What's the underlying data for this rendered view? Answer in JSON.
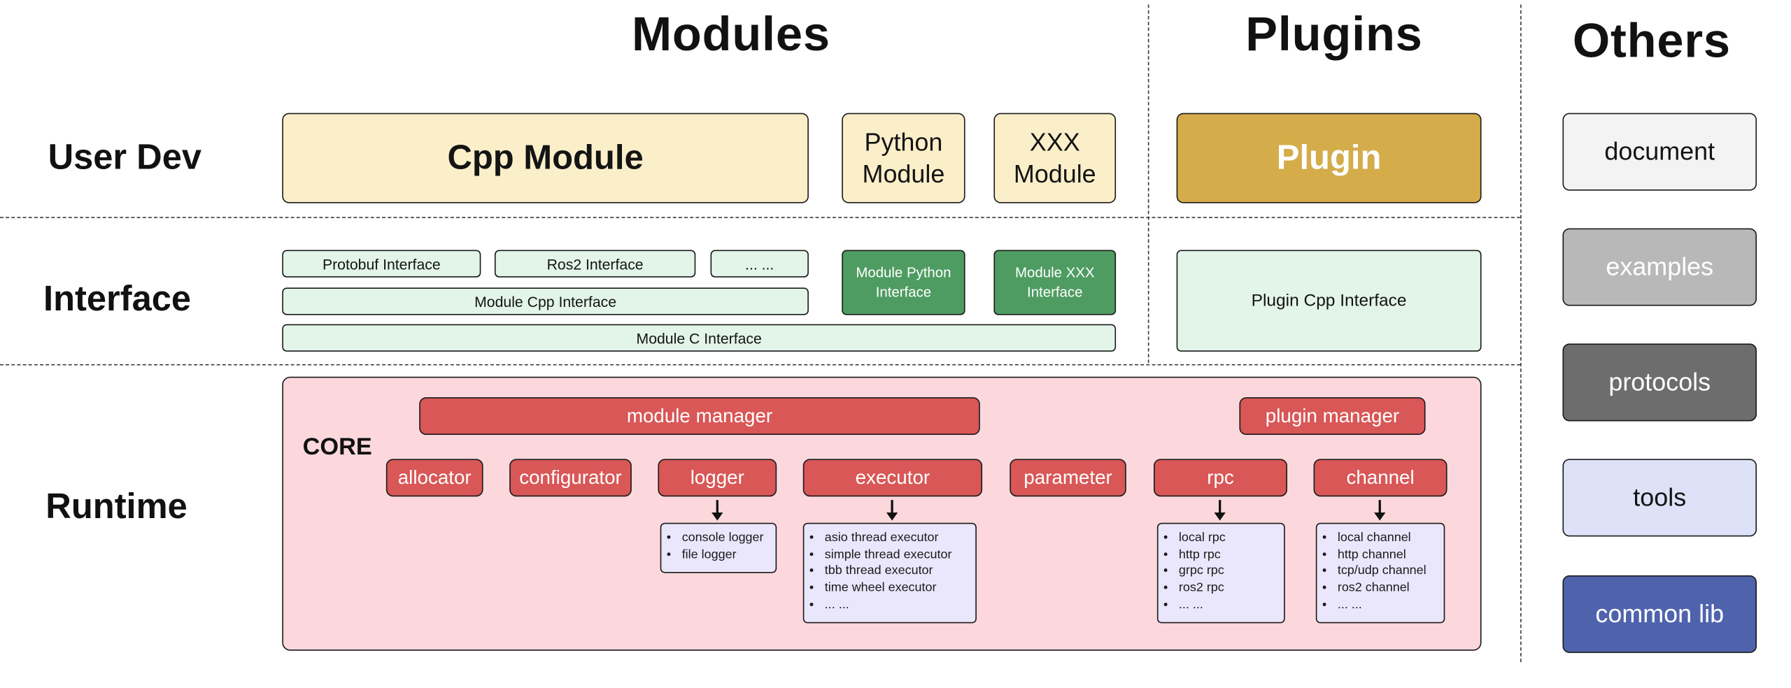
{
  "headers": {
    "modules": "Modules",
    "plugins": "Plugins",
    "others": "Others"
  },
  "row_labels": {
    "user_dev": "User Dev",
    "interface": "Interface",
    "runtime": "Runtime"
  },
  "user_dev": {
    "cpp_module": "Cpp Module",
    "python_module": "Python Module",
    "xxx_module": "XXX Module",
    "plugin": "Plugin"
  },
  "interface": {
    "protobuf": "Protobuf Interface",
    "ros2": "Ros2 Interface",
    "more": "... ...",
    "module_cpp": "Module Cpp Interface",
    "module_c": "Module C Interface",
    "module_python": "Module Python Interface",
    "module_xxx": "Module XXX Interface",
    "plugin_cpp": "Plugin Cpp Interface"
  },
  "runtime": {
    "core_label": "CORE",
    "module_manager": "module manager",
    "plugin_manager": "plugin manager",
    "components": [
      "allocator",
      "configurator",
      "logger",
      "executor",
      "parameter",
      "rpc",
      "channel"
    ],
    "logger_impls": [
      "console logger",
      "file logger"
    ],
    "executor_impls": [
      "asio thread executor",
      "simple thread executor",
      "tbb thread executor",
      "time wheel executor",
      "... ..."
    ],
    "rpc_impls": [
      "local rpc",
      "http rpc",
      "grpc rpc",
      "ros2 rpc",
      "... ..."
    ],
    "channel_impls": [
      "local channel",
      "http channel",
      "tcp/udp channel",
      "ros2 channel",
      "... ..."
    ]
  },
  "others": {
    "items": [
      "document",
      "examples",
      "protocols",
      "tools",
      "common lib"
    ]
  },
  "colors": {
    "module_box": "#FAEFC9",
    "plugin_box": "#D4AC4A",
    "interface_light": "#E2F5E8",
    "interface_dark": "#4E9C61",
    "core_bg": "#FCD8DD",
    "component_red": "#D95757",
    "impl_list_bg": "#EAE6FB",
    "others_document": "#F3F3F3",
    "others_examples": "#B8B8B8",
    "others_protocols": "#6D6D6D",
    "others_tools": "#DDE2F8",
    "others_common_lib": "#4F63AD"
  }
}
